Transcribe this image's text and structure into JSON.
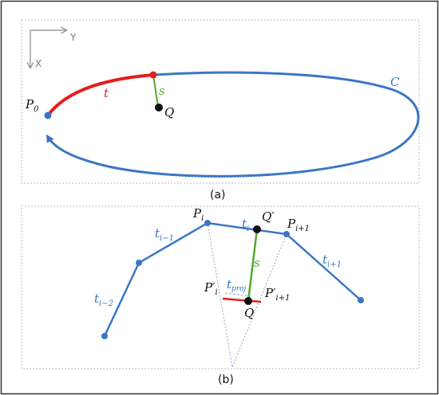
{
  "panel_a": {
    "caption": "(a)",
    "axis_y": "Y",
    "axis_x": "X",
    "label_p0": "P",
    "label_p0_sub": "0",
    "label_t": "t",
    "label_s": "s",
    "label_q": "Q",
    "label_c": "C"
  },
  "panel_b": {
    "caption": "(b)",
    "label_pi": "P",
    "label_pi_sub": "i",
    "label_pi1": "P",
    "label_pi1_sub": "i+1",
    "label_ti": "t",
    "label_ti_sub": "i",
    "label_qprime": "Q′",
    "label_s": "s",
    "label_pi_prime": "P′",
    "label_pi_prime_sub": "i",
    "label_pi1_prime": "P′",
    "label_pi1_prime_sub": "i+1",
    "label_tproj": "t",
    "label_tproj_sub": "proj",
    "label_q": "Q",
    "label_tim1": "t",
    "label_tim1_sub": "i−1",
    "label_tim2": "t",
    "label_tim2_sub": "i−2",
    "label_tip1": "t",
    "label_tip1_sub": "i+1"
  },
  "colors": {
    "blue": "#3a76c4",
    "red": "#e21f1f",
    "green": "#4faa32",
    "black": "#111111"
  }
}
